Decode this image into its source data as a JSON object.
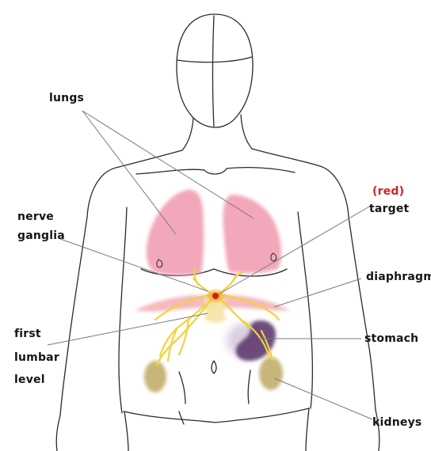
{
  "labels": {
    "lungs": "lungs",
    "nerve_ganglia_line1": "nerve",
    "nerve_ganglia_line2": "ganglia",
    "red_note": "(red)",
    "target": "target",
    "diaphragm": "diaphragm",
    "first_lumbar_line1": "first",
    "first_lumbar_line2": "lumbar",
    "first_lumbar_line3": "level",
    "stomach": "stomach",
    "kidneys": "kidneys"
  },
  "colors": {
    "outline": "#2a2a2a",
    "leader": "#7a7a7a",
    "lungs": "#ee8fa6",
    "diaphragm": "#f2aeb2",
    "ganglia": "#f2d23a",
    "spine_glow": "#f6e5a8",
    "target": "#e01818",
    "stomach": "#5e3a6e",
    "stomach_halo": "#b9a8c8",
    "kidneys": "#c2ad6b",
    "red_text": "#d42222"
  }
}
